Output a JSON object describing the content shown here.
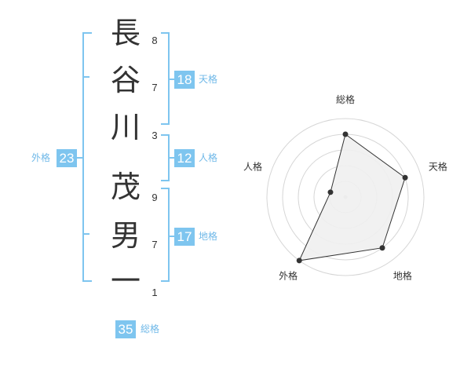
{
  "name": {
    "characters": [
      {
        "char": "長",
        "strokes": "8"
      },
      {
        "char": "谷",
        "strokes": "7"
      },
      {
        "char": "川",
        "strokes": "3"
      },
      {
        "char": "茂",
        "strokes": "9"
      },
      {
        "char": "男",
        "strokes": "7"
      },
      {
        "char": "一",
        "strokes": "1"
      }
    ]
  },
  "fortunes": {
    "tenkaku": {
      "value": "18",
      "label": "天格"
    },
    "jinkaku": {
      "value": "12",
      "label": "人格"
    },
    "chikaku": {
      "value": "17",
      "label": "地格"
    },
    "gaikaku": {
      "value": "23",
      "label": "外格"
    },
    "soukaku": {
      "value": "35",
      "label": "総格"
    }
  },
  "colors": {
    "accent": "#7ec5ef",
    "accent_text": "#6fb8e8",
    "radar_fill": "#f0f0f0",
    "radar_line": "#333333",
    "grid": "#d6d6d6"
  },
  "chart_data": {
    "type": "radar",
    "axes": [
      "総格",
      "天格",
      "地格",
      "外格",
      "人格"
    ],
    "values": [
      4,
      4,
      4,
      5,
      1
    ],
    "max": 5
  }
}
